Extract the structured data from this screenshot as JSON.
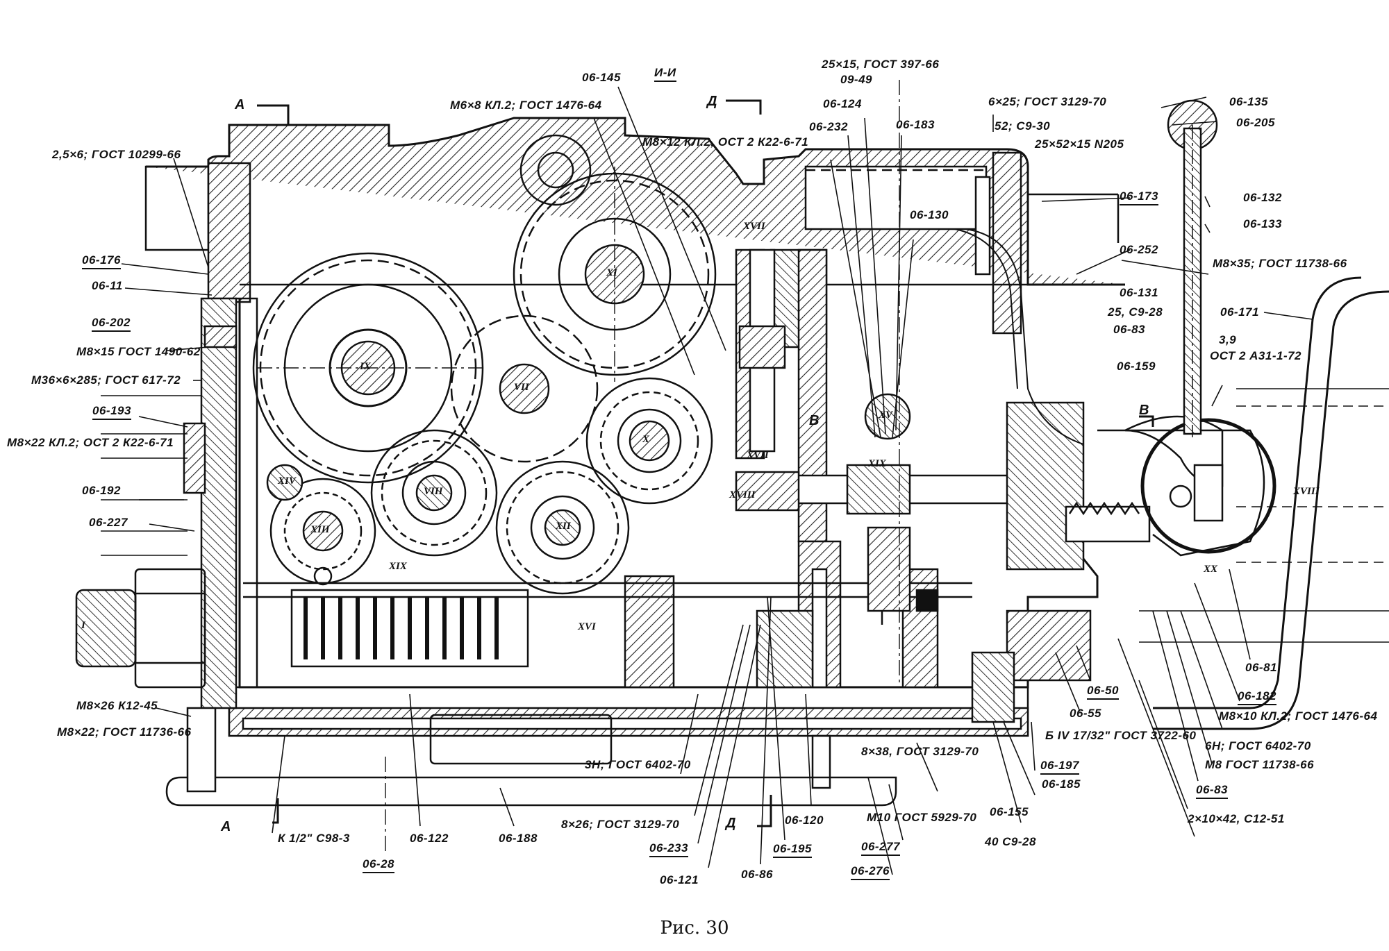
{
  "figure": {
    "caption": "Рис. 30",
    "section_title": "И-И",
    "section_marks": [
      "А",
      "А",
      "Д",
      "Д",
      "В",
      "В"
    ]
  },
  "callouts_left": [
    "2,5×6; ГОСТ 10299-66",
    "06-176",
    "06-11",
    "06-202",
    "М8×15 ГОСТ 1490-62",
    "М36×6×285; ГОСТ 617-72",
    "06-193",
    "М8×22 КЛ.2; ОСТ 2 К22-6-71",
    "06-192",
    "06-227",
    "М8×26 К12-45",
    "М8×22; ГОСТ 11736-66"
  ],
  "callouts_top": [
    "06-145",
    "М6×8 КЛ.2; ГОСТ 1476-64",
    "М8×12 КЛ.2, ОСТ 2 К22-6-71",
    "25×15, ГОСТ 397-66",
    "09-49",
    "06-124",
    "06-232",
    "06-183",
    "06-130",
    "6×25; ГОСТ 3129-70",
    "52; С9-30",
    "25×52×15 N205"
  ],
  "callouts_right": [
    "06-135",
    "06-205",
    "06-173",
    "06-132",
    "06-133",
    "06-252",
    "М8×35; ГОСТ 11738-66",
    "06-131",
    "25, С9-28",
    "06-83",
    "06-171",
    "3,9",
    "ОСТ 2 А31-1-72",
    "06-159",
    "06-81",
    "06-182",
    "М8×10 КЛ.2; ГОСТ 1476-64",
    "6Н; ГОСТ 6402-70",
    "М8 ГОСТ 11738-66",
    "06-83",
    "2×10×42, С12-51"
  ],
  "callouts_bottom": [
    "К 1/2\" С98-3",
    "06-28",
    "06-122",
    "06-188",
    "3Н; ГОСТ 6402-70",
    "8×26; ГОСТ 3129-70",
    "06-233",
    "06-121",
    "06-86",
    "06-195",
    "06-120",
    "8×38, ГОСТ 3129-70",
    "М10 ГОСТ 5929-70",
    "06-277",
    "06-276",
    "40 С9-28",
    "06-155",
    "06-185",
    "06-197",
    "Б IV 17/32\" ГОСТ 3722-60",
    "06-55",
    "06-50"
  ],
  "shaft_numerals": [
    "I",
    "IX",
    "VII",
    "XI",
    "XVII",
    "XVII",
    "XVIII",
    "XV",
    "XIII",
    "VIII",
    "X",
    "XII",
    "XIV",
    "XVI",
    "XIX",
    "XX",
    "XVIII",
    "XIX"
  ]
}
